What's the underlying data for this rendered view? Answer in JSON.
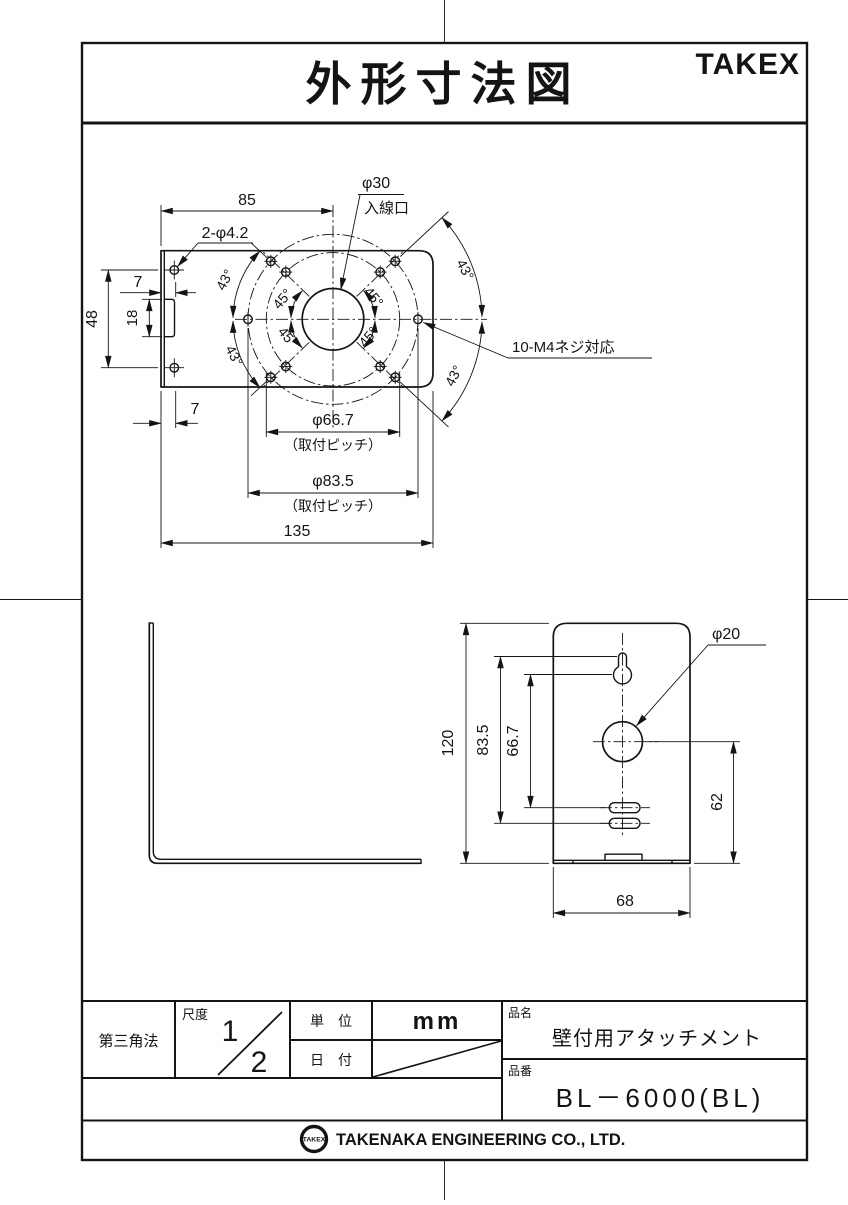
{
  "title_bar": {
    "title": "外形寸法図",
    "brand": "TAKEX"
  },
  "top_view": {
    "dim_85": "85",
    "hole_note": "2-φ4.2",
    "dim_phi30": "φ30",
    "cable_entry": "入線口",
    "dim_7": "7",
    "dim_48": "48",
    "dim_18": "18",
    "angle_43": "43°",
    "angle_45": "45°",
    "screw_note": "10-M4ネジ対応",
    "dim_phi667": "φ66.7",
    "dim_phi835": "φ83.5",
    "pitch_note": "（取付ピッチ）",
    "dim_135": "135"
  },
  "front_view": {
    "dim_120": "120",
    "dim_835": "83.5",
    "dim_667": "66.7",
    "dim_phi20": "φ20",
    "dim_62": "62",
    "dim_68": "68"
  },
  "title_block": {
    "projection": "第三角法",
    "scale_label": "尺度",
    "scale_numerator": "1",
    "scale_denominator": "2",
    "unit_label": "単　位",
    "unit_value": "mm",
    "date_label": "日　付",
    "product_name_label": "品名",
    "product_name": "壁付用アタッチメント",
    "product_number_label": "品番",
    "product_number": "BL－6000(BL)"
  },
  "footer": {
    "logo": "TAKEX",
    "company": "TAKENAKA ENGINEERING CO., LTD."
  },
  "colors": {
    "ink": "#141414",
    "paper": "#ffffff"
  }
}
